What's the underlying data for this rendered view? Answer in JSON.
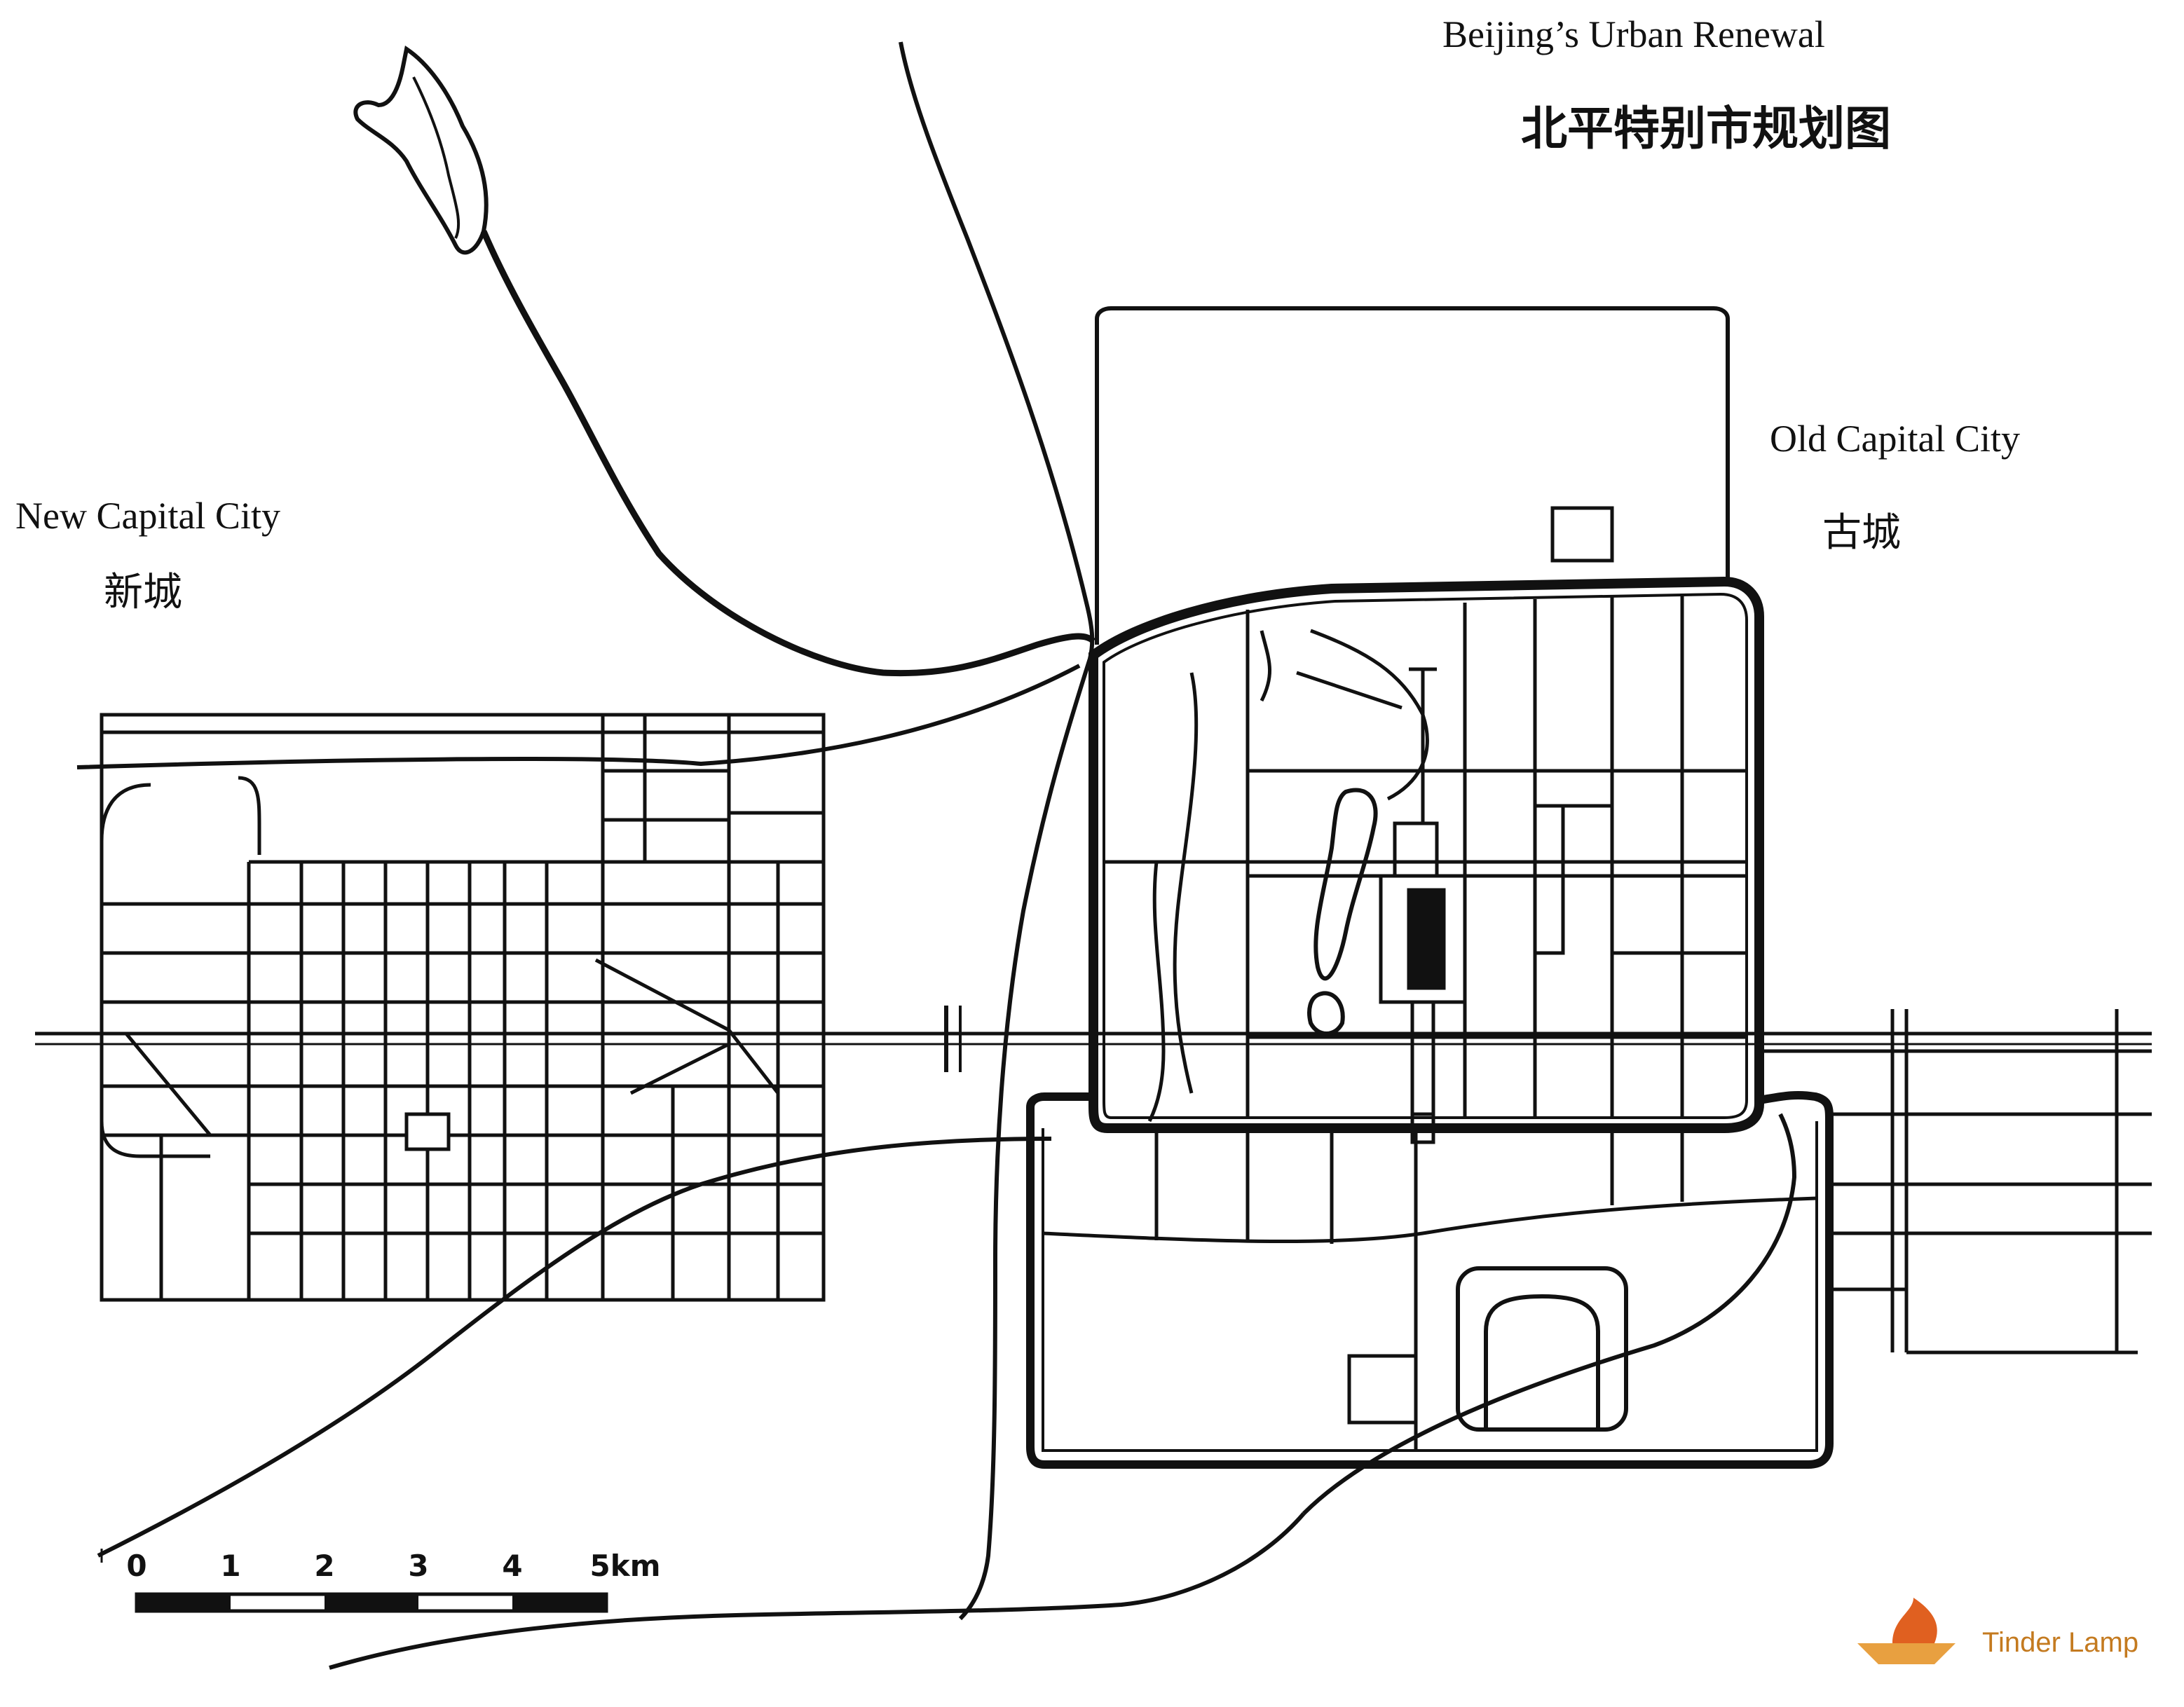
{
  "title": {
    "english": "Beijing’s Urban Renewal",
    "chinese": "北平特别市规划图"
  },
  "new_city": {
    "english": "New Capital City",
    "chinese": "新城"
  },
  "old_city": {
    "english": "Old Capital City",
    "chinese": "古城"
  },
  "scale_bar": {
    "labels": [
      "0",
      "1",
      "2",
      "3",
      "4",
      "5km"
    ]
  },
  "watermark": {
    "text": "Tinder Lamp",
    "color": "#c47a1f"
  },
  "colors": {
    "ink": "#111111",
    "paper": "#ffffff"
  }
}
